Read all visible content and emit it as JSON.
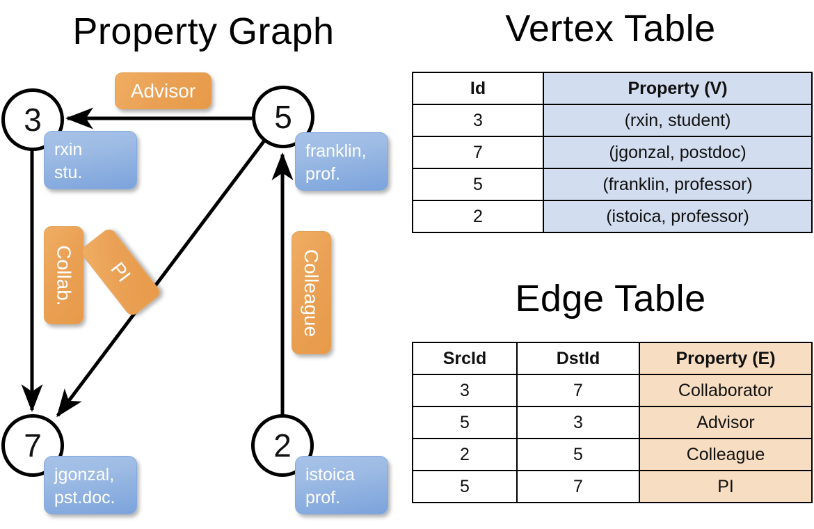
{
  "titles": {
    "property_graph": "Property Graph",
    "vertex_table": "Vertex Table",
    "edge_table": "Edge Table"
  },
  "colors": {
    "vertex_property_fill": "#d2ddef",
    "edge_property_fill": "#f7ddc2",
    "node_label_fill": "#9dbbe4",
    "edge_label_fill": "#eaa155",
    "stroke": "#000000"
  },
  "graph": {
    "nodes": [
      {
        "id": "3",
        "property": "rxin\nstu."
      },
      {
        "id": "5",
        "property": "franklin,\nprof."
      },
      {
        "id": "7",
        "property": "jgonzal,\npst.doc."
      },
      {
        "id": "2",
        "property": "istoica\nprof."
      }
    ],
    "edge_labels": [
      {
        "name": "advisor",
        "text": "Advisor"
      },
      {
        "name": "collab",
        "text": "Collab."
      },
      {
        "name": "pi",
        "text": "PI"
      },
      {
        "name": "colleague",
        "text": "Colleague"
      }
    ],
    "edges": [
      {
        "src": "5",
        "dst": "3",
        "label": "Advisor"
      },
      {
        "src": "3",
        "dst": "7",
        "label": "Collab."
      },
      {
        "src": "5",
        "dst": "7",
        "label": "PI"
      },
      {
        "src": "2",
        "dst": "5",
        "label": "Colleague"
      }
    ]
  },
  "vertex_table": {
    "headers": [
      "Id",
      "Property (V)"
    ],
    "rows": [
      {
        "id": "3",
        "property": "(rxin, student)"
      },
      {
        "id": "7",
        "property": "(jgonzal, postdoc)"
      },
      {
        "id": "5",
        "property": "(franklin, professor)"
      },
      {
        "id": "2",
        "property": "(istoica, professor)"
      }
    ]
  },
  "edge_table": {
    "headers": [
      "SrcId",
      "DstId",
      "Property (E)"
    ],
    "rows": [
      {
        "src": "3",
        "dst": "7",
        "property": "Collaborator"
      },
      {
        "src": "5",
        "dst": "3",
        "property": "Advisor"
      },
      {
        "src": "2",
        "dst": "5",
        "property": "Colleague"
      },
      {
        "src": "5",
        "dst": "7",
        "property": "PI"
      }
    ]
  }
}
